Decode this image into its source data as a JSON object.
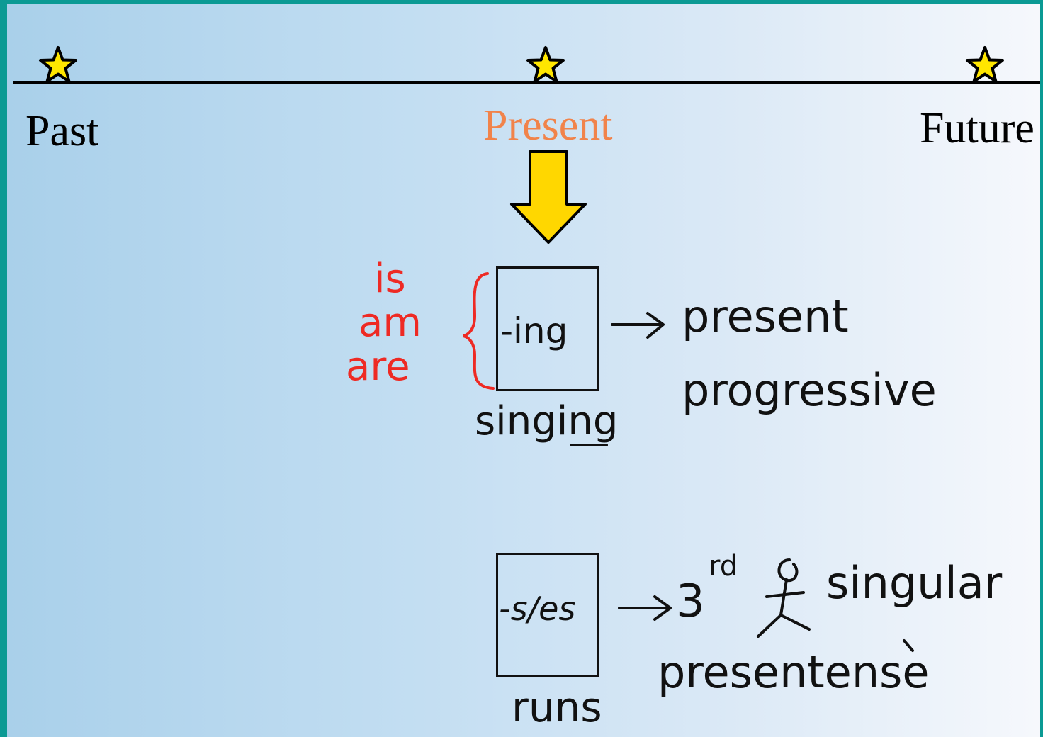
{
  "timeline": {
    "past": "Past",
    "present": "Present",
    "future": "Future"
  },
  "colors": {
    "present_label": "#f1834a",
    "arrow_fill": "#ffd700",
    "auxiliary_verbs": "#ee2a24",
    "star_fill": "#ffe600"
  },
  "progressive": {
    "auxiliaries": [
      "is",
      "am",
      "are"
    ],
    "suffix": "-ing",
    "example": "singing",
    "result_line1": "present",
    "result_line2": "progressive"
  },
  "simple_present": {
    "suffix": "-s/es",
    "example": "runs",
    "person_number": "3",
    "person_suffix": "rd",
    "result_line1": "singular",
    "result_line2": "presentense"
  },
  "icons": [
    "star-icon",
    "down-arrow-icon",
    "curly-brace-icon",
    "right-arrow-icon",
    "stick-figure-icon"
  ]
}
